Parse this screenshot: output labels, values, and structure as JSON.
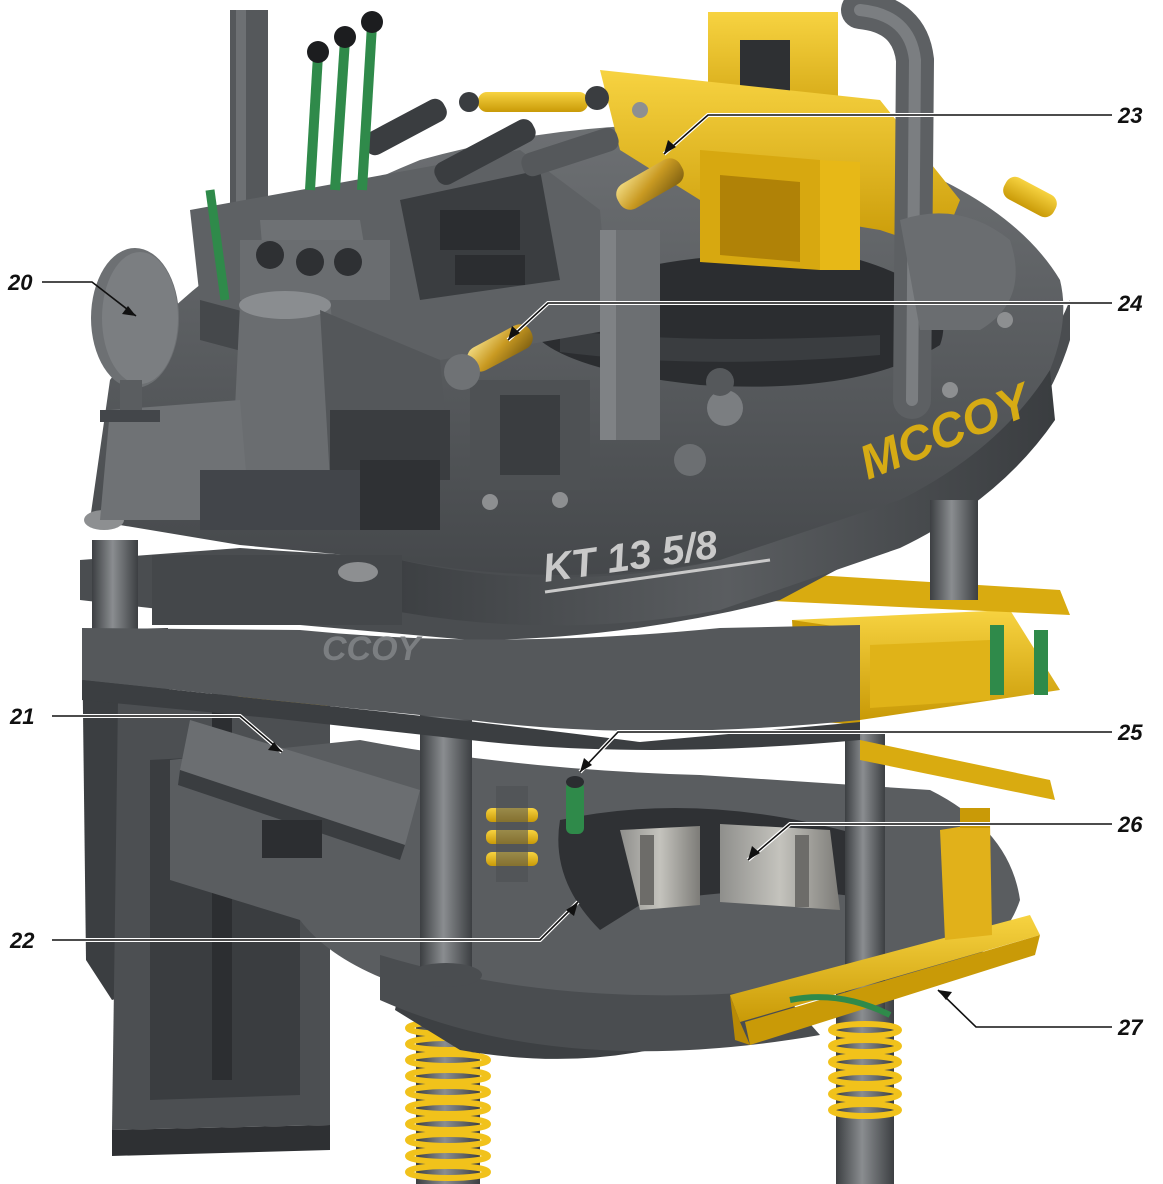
{
  "colors": {
    "steel": "#5b5e61",
    "steel_dark": "#3f4245",
    "steel_light": "#7a7d80",
    "steel_shadow": "#2e3033",
    "yellow": "#f1c21b",
    "yellow_dark": "#c99a07",
    "green": "#2f8a4a",
    "brass": "#d6b13a",
    "label_ink": "#111111",
    "engraving": "#c9c9c9"
  },
  "machine": {
    "model_plate": "KT 13 5/8",
    "brand_logo_upper": "MCCOY",
    "brand_logo_lower": "CCOY"
  },
  "callouts": [
    {
      "id": "20",
      "label": "20"
    },
    {
      "id": "21",
      "label": "21"
    },
    {
      "id": "22",
      "label": "22"
    },
    {
      "id": "23",
      "label": "23"
    },
    {
      "id": "24",
      "label": "24"
    },
    {
      "id": "25",
      "label": "25"
    },
    {
      "id": "26",
      "label": "26"
    },
    {
      "id": "27",
      "label": "27"
    }
  ]
}
